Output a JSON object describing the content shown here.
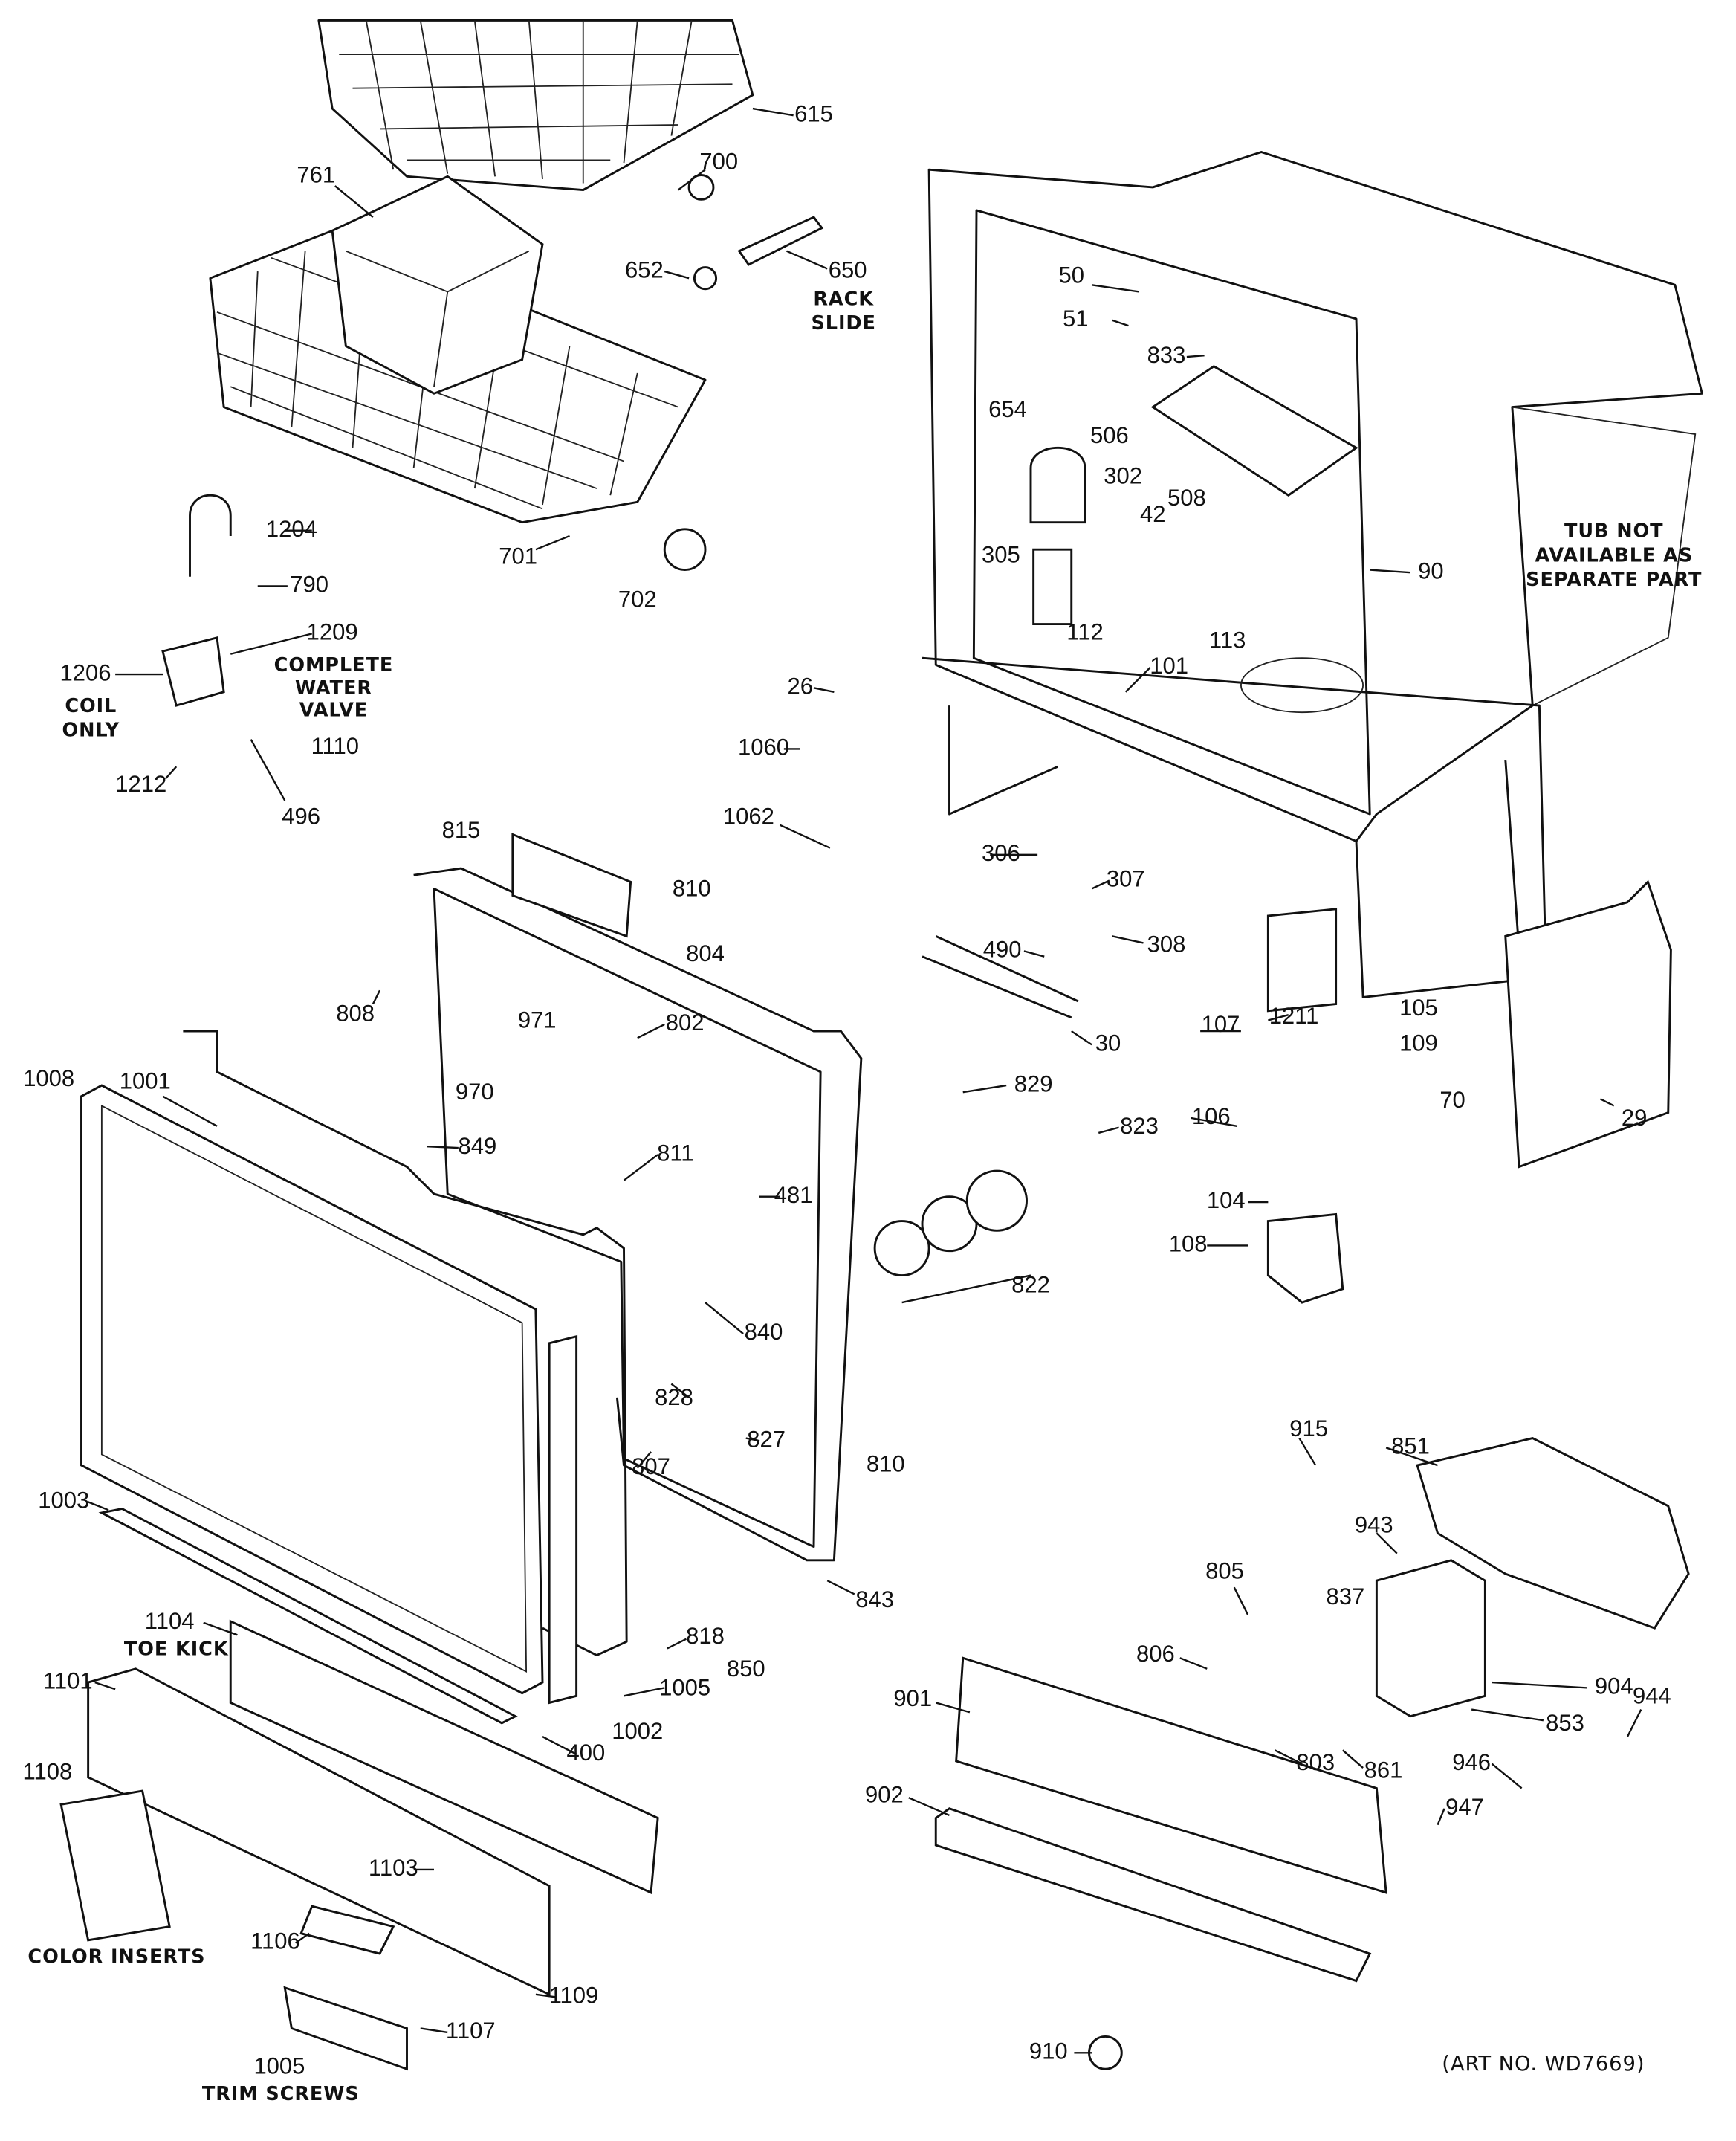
{
  "callouts": [
    "615",
    "700",
    "761",
    "652",
    "650",
    "50",
    "51",
    "833",
    "654",
    "506",
    "302",
    "508",
    "42",
    "305",
    "112",
    "113",
    "90",
    "101",
    "1204",
    "790",
    "1209",
    "1206",
    "1110",
    "1212",
    "496",
    "701",
    "702",
    "26",
    "1060",
    "1062",
    "815",
    "810",
    "804",
    "306",
    "307",
    "308",
    "490",
    "30",
    "1211",
    "105",
    "109",
    "107",
    "106",
    "70",
    "29",
    "104",
    "108",
    "829",
    "823",
    "822",
    "808",
    "971",
    "802",
    "970",
    "1008",
    "1001",
    "849",
    "811",
    "481",
    "840",
    "828",
    "827",
    "807",
    "810",
    "843",
    "1003",
    "915",
    "851",
    "943",
    "805",
    "837",
    "806",
    "904",
    "901",
    "853",
    "944",
    "803",
    "861",
    "946",
    "947",
    "902",
    "818",
    "1005",
    "1002",
    "400",
    "850",
    "1104",
    "1101",
    "1108",
    "1103",
    "1106",
    "1109",
    "1107",
    "1005",
    "910"
  ],
  "captions": {
    "rack_slide_1": "RACK",
    "rack_slide_2": "SLIDE",
    "tub_1": "TUB NOT",
    "tub_2": "AVAILABLE AS",
    "tub_3": "SEPARATE PART",
    "valve_1": "COMPLETE",
    "valve_2": "WATER",
    "valve_3": "VALVE",
    "coil_1": "COIL",
    "coil_2": "ONLY",
    "toe_kick": "TOE KICK",
    "color_inserts": "COLOR INSERTS",
    "trim_screws": "TRIM SCREWS",
    "art_no": "(ART NO. WD7669)"
  }
}
